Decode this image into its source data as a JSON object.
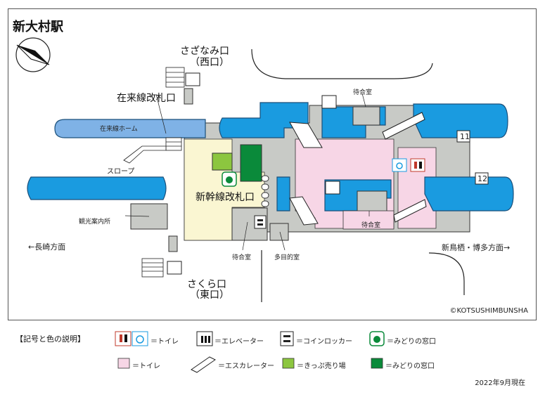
{
  "station_name": "新大村駅",
  "colors": {
    "platform": "#1a9be0",
    "platform_outline": "#1a4f7a",
    "floor_gray": "#c8cac6",
    "toilet_area": "#f7d6e6",
    "shinkansen_concourse": "#faf6d2",
    "ticket_machine": "#8cc63f",
    "midori_window": "#0a8a3a",
    "local_platform": "#7fb2e6"
  },
  "labels": {
    "sazanami_exit": "さざなみ口",
    "sazanami_exit_sub": "（西口）",
    "sakura_exit": "さくら口",
    "sakura_exit_sub": "（東口）",
    "conventional_gate": "在来線改札口",
    "shinkansen_gate": "新幹線改札口",
    "conventional_platform": "在来線ホーム",
    "slope": "スロープ",
    "tourist_info": "観光案内所",
    "to_nagasaki": "←長崎方面",
    "to_shintosu": "新鳥栖・博多方面→",
    "waiting_room": "待合室",
    "multipurpose_room": "多目的室",
    "track_11": "11",
    "track_12": "12",
    "copyright": "©KOTSUSHIMBUNSHA"
  },
  "legend": {
    "title": "【記号と色の説明】",
    "toilet": "＝トイレ",
    "elevator": "＝エレベーター",
    "coin_locker": "＝コインロッカー",
    "midori_icon": "＝みどりの窓口",
    "toilet_color": "＝トイレ",
    "escalator": "＝エスカレーター",
    "ticket_machine": "＝きっぷ売り場",
    "midori_color": "＝みどりの窓口"
  },
  "icons": [
    "compass-icon",
    "toilet-icon",
    "accessible-toilet-icon",
    "elevator-icon",
    "coin-locker-icon",
    "midori-window-icon",
    "escalator-icon",
    "stairs-icon"
  ],
  "as_of": "2022年9月現在"
}
